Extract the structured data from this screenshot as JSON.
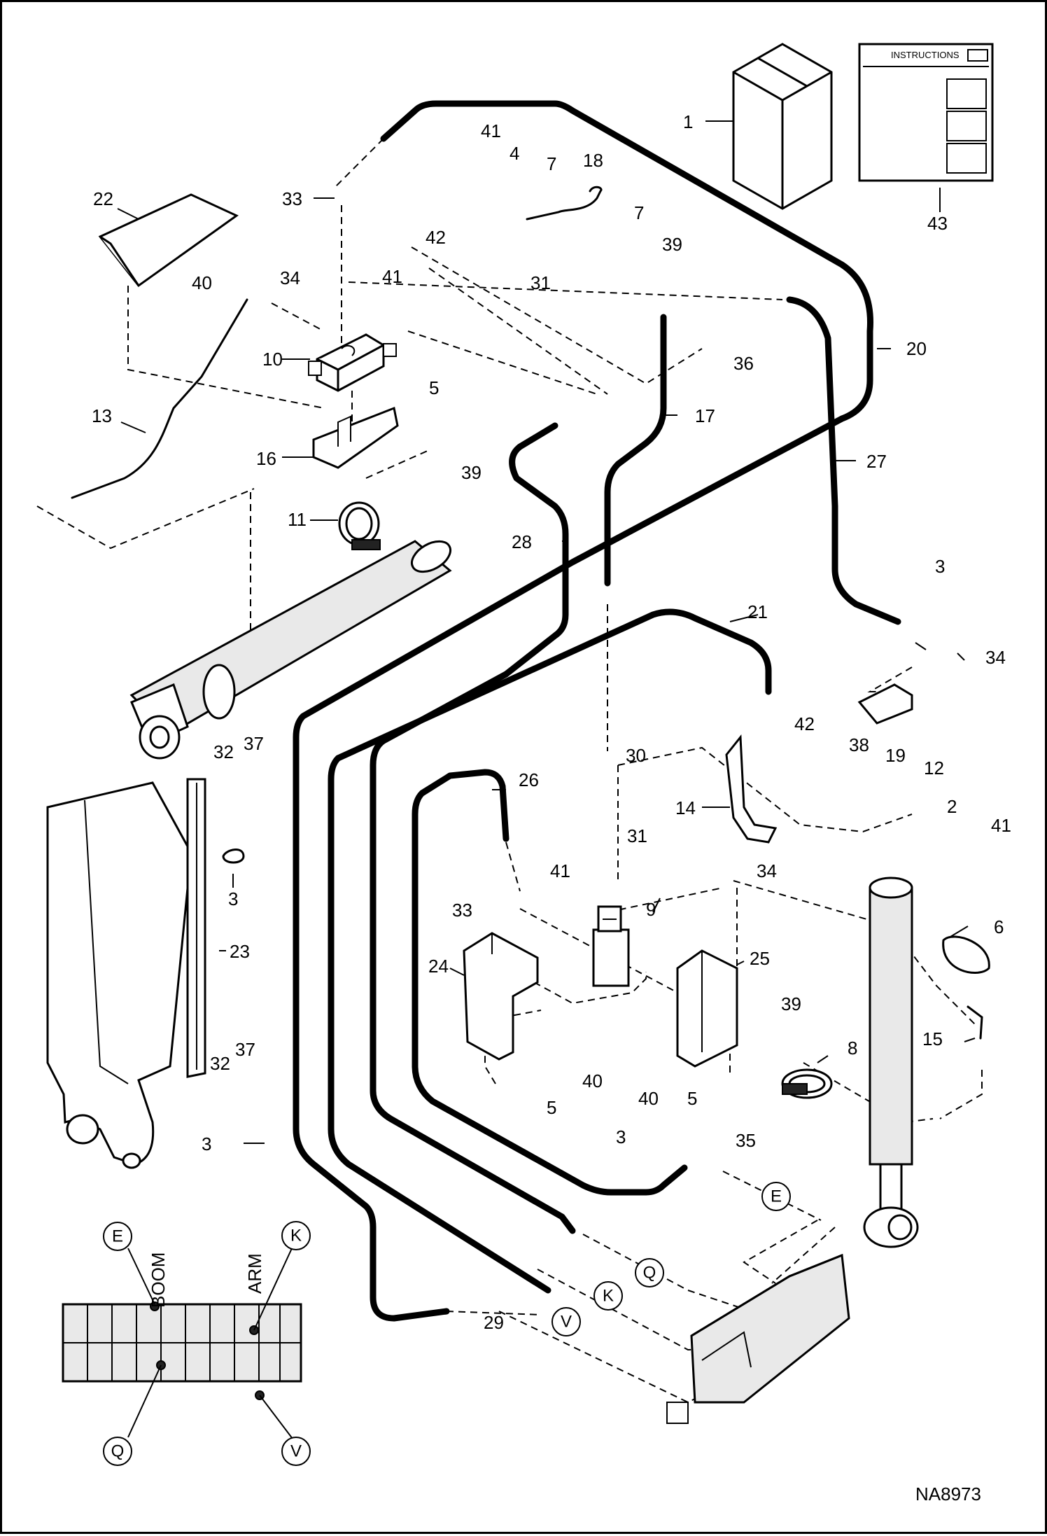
{
  "drawing_id": "NA8973",
  "instructions_label": "INSTRUCTIONS",
  "valve_section_labels": {
    "boom": "BOOM",
    "arm": "ARM"
  },
  "port_letters": [
    "E",
    "K",
    "Q",
    "V"
  ],
  "callouts": {
    "c1": "1",
    "c2": "2",
    "c3a": "3",
    "c3b": "3",
    "c3c": "3",
    "c3d": "3",
    "c4": "4",
    "c5a": "5",
    "c5b": "5",
    "c5c": "5",
    "c6": "6",
    "c7a": "7",
    "c7b": "7",
    "c8": "8",
    "c9": "9",
    "c10": "10",
    "c11": "11",
    "c12": "12",
    "c13": "13",
    "c14": "14",
    "c15": "15",
    "c16": "16",
    "c17": "17",
    "c18": "18",
    "c19": "19",
    "c20": "20",
    "c21": "21",
    "c22": "22",
    "c23": "23",
    "c24": "24",
    "c25": "25",
    "c26": "26",
    "c27": "27",
    "c28": "28",
    "c29": "29",
    "c30": "30",
    "c31a": "31",
    "c31b": "31",
    "c32a": "32",
    "c32b": "32",
    "c33a": "33",
    "c33b": "33",
    "c34a": "34",
    "c34b": "34",
    "c34c": "34",
    "c35": "35",
    "c36": "36",
    "c37a": "37",
    "c37b": "37",
    "c38": "38",
    "c39a": "39",
    "c39b": "39",
    "c39c": "39",
    "c40a": "40",
    "c40b": "40",
    "c40c": "40",
    "c41a": "41",
    "c41b": "41",
    "c41c": "41",
    "c41d": "41",
    "c42a": "42",
    "c42b": "42",
    "c43": "43"
  }
}
